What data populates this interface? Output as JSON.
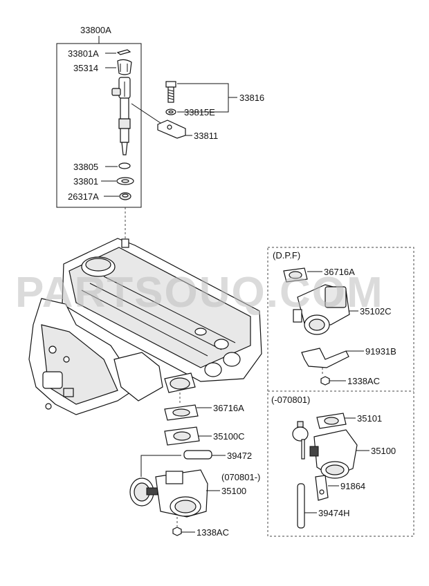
{
  "watermark": "PARTSOUQ.COM",
  "parts": {
    "p33800A": "33800A",
    "p33801A": "33801A",
    "p35314": "35314",
    "p33816": "33816",
    "p33815E": "33815E",
    "p33811": "33811",
    "p33805": "33805",
    "p33801": "33801",
    "p26317A": "26317A",
    "p36716A_main": "36716A",
    "p35100C": "35100C",
    "p39472": "39472",
    "p35100_main": "35100",
    "p1338AC_main": "1338AC",
    "p36716A_dpf": "36716A",
    "p35102C": "35102C",
    "p91931B": "91931B",
    "p1338AC_dpf": "1338AC",
    "p35101": "35101",
    "p35100_alt": "35100",
    "p91864": "91864",
    "p39474H": "39474H"
  },
  "groups": {
    "dpf": "(D.P.F)",
    "date_before": "(-070801)",
    "date_after": "(070801-)"
  }
}
